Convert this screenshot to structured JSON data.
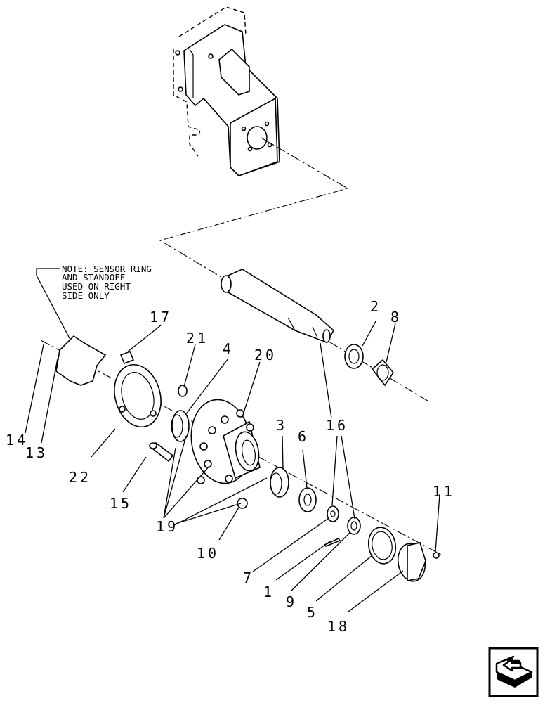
{
  "note": {
    "lines": [
      "NOTE: SENSOR RING",
      "AND STANDOFF",
      "USED ON RIGHT",
      "SIDE ONLY"
    ]
  },
  "callouts": {
    "c1": "1",
    "c2": "2",
    "c3": "3",
    "c4": "4",
    "c5": "5",
    "c6": "6",
    "c7": "7",
    "c8": "8",
    "c9": "9",
    "c10": "10",
    "c11": "11",
    "c13": "13",
    "c14": "14",
    "c15": "15",
    "c16": "16",
    "c17": "17",
    "c18": "18",
    "c19": "19",
    "c20": "20",
    "c21": "21",
    "c22": "22"
  },
  "icons": {
    "nav": "next-page-arrow-icon"
  }
}
